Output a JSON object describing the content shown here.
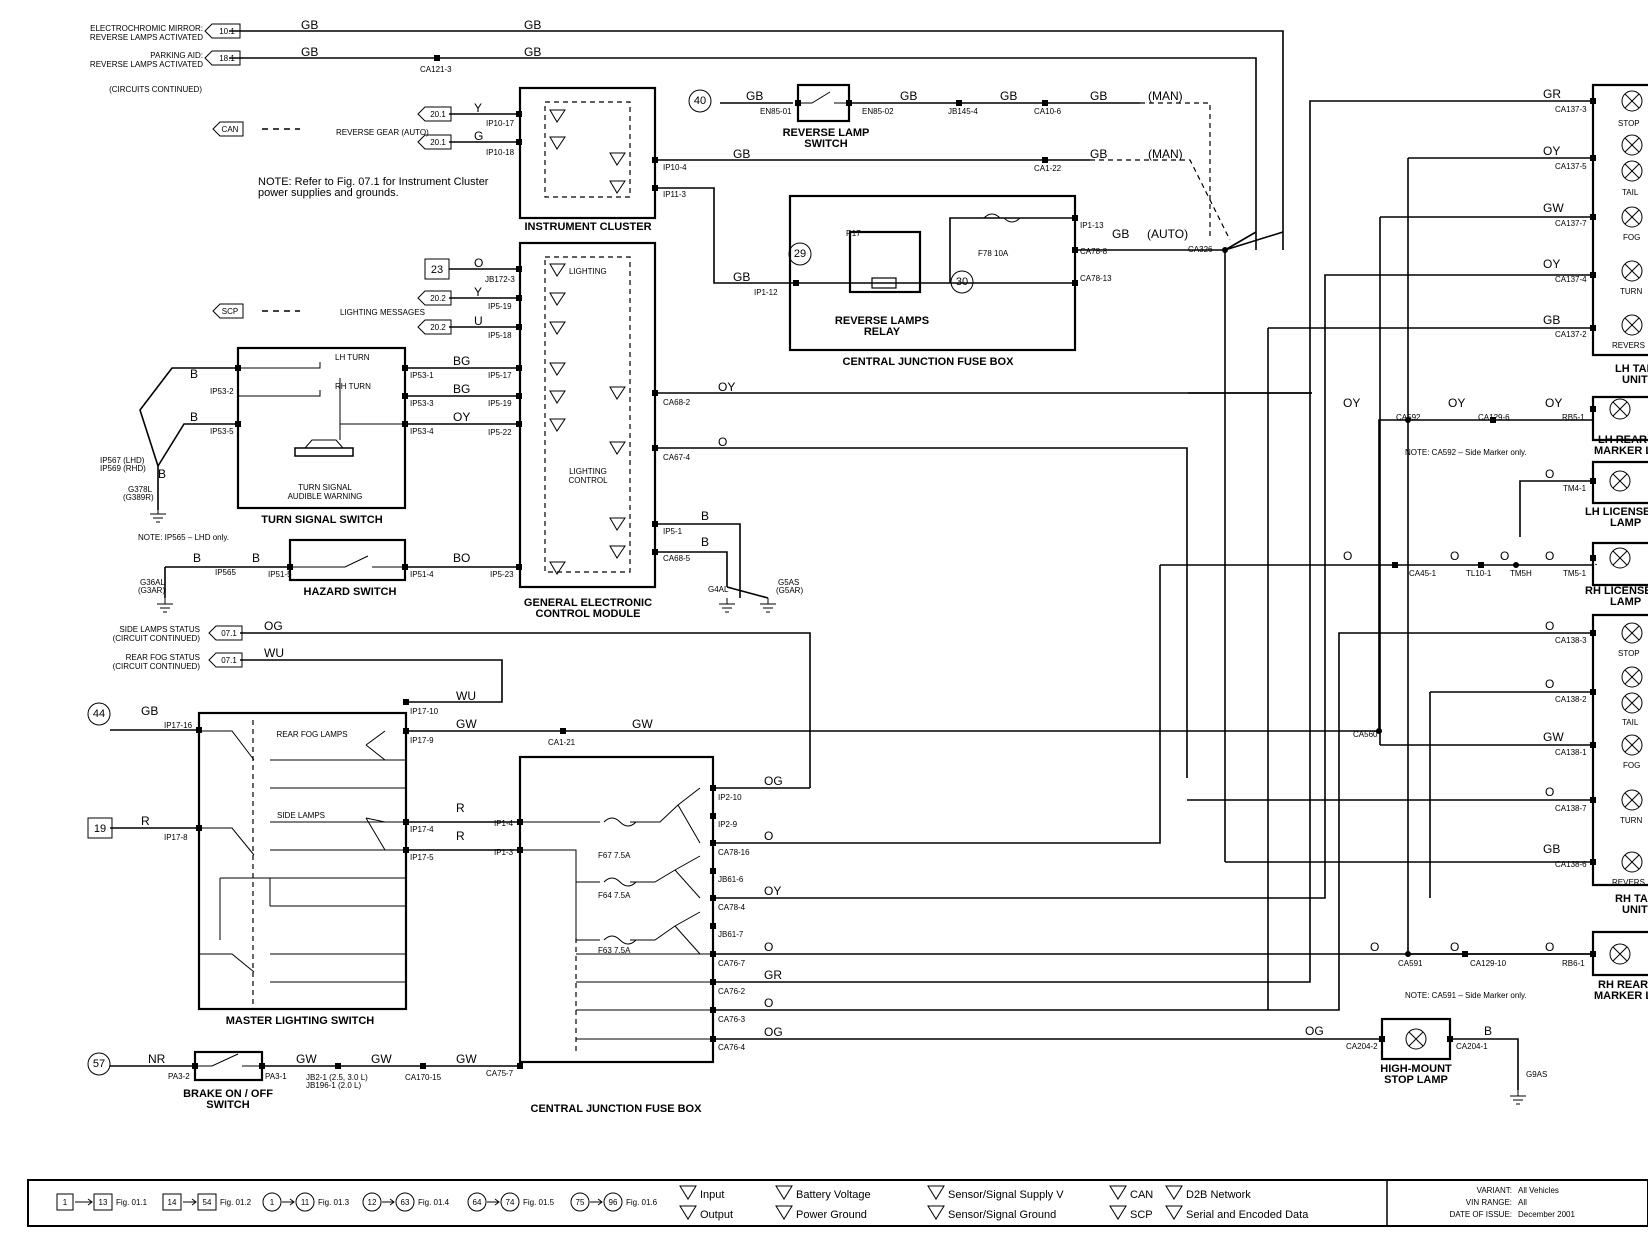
{
  "status_inputs": [
    {
      "text": "ELECTROCHROMIC MIRROR:\nREVERSE LAMPS ACTIVATED",
      "ref": "10.1"
    },
    {
      "text": "PARKING AID:\nREVERSE LAMPS ACTIVATED",
      "ref": "18.1"
    },
    {
      "text": "SIDE LAMPS STATUS\n(CIRCUIT CONTINUED)",
      "ref": "07.1"
    },
    {
      "text": "REAR FOG STATUS\n(CIRCUIT CONTINUED)",
      "ref": "07.1"
    }
  ],
  "notes": {
    "circuits_continued": "(CIRCUITS CONTINUED)",
    "reverse_gear_auto": "REVERSE GEAR (AUTO)",
    "lighting_messages": "LIGHTING MESSAGES",
    "cluster_note": "NOTE: Refer to Fig. 07.1 for Instrument Cluster\npower supplies and grounds.",
    "ip565_note": "NOTE: IP565 – LHD only.",
    "ca592_note": "NOTE: CA592 – Side Marker only.",
    "ca591_note": "NOTE: CA591 – Side Marker only."
  },
  "components": {
    "instrument_cluster": "INSTRUMENT CLUSTER",
    "gecm": "GENERAL ELECTRONIC\nCONTROL MODULE",
    "lighting_control": "LIGHTING\nCONTROL",
    "lighting": "LIGHTING",
    "turn_signal_switch": "TURN SIGNAL SWITCH",
    "lh_turn": "LH TURN",
    "rh_turn": "RH TURN",
    "turn_signal_audible": "TURN SIGNAL\nAUDIBLE WARNING",
    "hazard_switch": "HAZARD SWITCH",
    "master_lighting_switch": "MASTER LIGHTING SWITCH",
    "rear_fog_lamps": "REAR FOG LAMPS",
    "side_lamps": "SIDE LAMPS",
    "reverse_lamp_switch": "REVERSE LAMP\nSWITCH",
    "reverse_lamps_relay": "REVERSE LAMPS\nRELAY",
    "relay_id": "R17",
    "cjb_top": "CENTRAL JUNCTION FUSE BOX",
    "cjb_bottom": "CENTRAL JUNCTION FUSE BOX",
    "brake_switch": "BRAKE ON / OFF\nSWITCH",
    "high_mount_stop": "HIGH-MOUNT\nSTOP LAMP",
    "lh_tail_unit": "LH TAIL L\nUNIT",
    "rh_tail_unit": "RH TAIL L\nUNIT",
    "lh_rear_side_marker": "LH REAR S\nMARKER L",
    "rh_rear_side_marker": "RH REAR S\nMARKER L",
    "lh_license_lamp": "LH LICENSE L\nLAMP",
    "rh_license_lamp": "RH LICENSE L\nLAMP"
  },
  "fuses": {
    "f78": "F78 10A",
    "f67": "F67 7.5A",
    "f64": "F64 7.5A",
    "f63": "F63 7.5A"
  },
  "lamp_labels_lh": [
    "STOP",
    "TAIL",
    "FOG",
    "TURN",
    "REVERS"
  ],
  "lamp_labels_rh": [
    "STOP",
    "TAIL",
    "FOG",
    "TURN",
    "REVERS"
  ],
  "wire_labels": {
    "gb": "GB",
    "y": "Y",
    "g": "G",
    "o": "O",
    "u": "U",
    "b": "B",
    "bg": "BG",
    "oy": "OY",
    "bo": "BO",
    "og": "OG",
    "wu": "WU",
    "gw": "GW",
    "r": "R",
    "gr": "GR",
    "nr": "NR",
    "man": "(MAN)",
    "auto": "(AUTO)"
  },
  "connectors": {
    "ca121_3": "CA121-3",
    "ip10_17": "IP10-17",
    "ip10_18": "IP10-18",
    "ip10_4": "IP10-4",
    "ip11_3": "IP11-3",
    "en85_01": "EN85-01",
    "en85_02": "EN85-02",
    "jb145_4": "JB145-4",
    "ca10_6": "CA10-6",
    "ca1_22": "CA1-22",
    "ca326": "CA326",
    "ip1_12": "IP1-12",
    "ip1_13": "IP1-13",
    "ca78_8": "CA78-8",
    "ca78_13": "CA78-13",
    "jb172_3": "JB172-3",
    "ip5_19": "IP5-19",
    "ip5_18": "IP5-18",
    "ip5_17": "IP5-17",
    "ip5_22": "IP5-22",
    "ip53_2": "IP53-2",
    "ip53_5": "IP53-5",
    "ip53_1": "IP53-1",
    "ip53_3": "IP53-3",
    "ip53_4": "IP53-4",
    "ca68_2": "CA68-2",
    "ca67_4": "CA67-4",
    "ip5_1": "IP5-1",
    "ca68_5": "CA68-5",
    "ip5_23": "IP5-23",
    "ip51_5": "IP51-5",
    "ip51_4": "IP51-4",
    "ip565": "IP565",
    "ip567": "IP567 (LHD)\nIP569 (RHD)",
    "g378l": "G378L\n(G389R)",
    "g4al": "G4AL",
    "g5as": "G5AS\n(G5AR)",
    "g36al": "G36AL\n(G3AR)",
    "ip17_16": "IP17-16",
    "ip17_10": "IP17-10",
    "ip17_9": "IP17-9",
    "ip17_4": "IP17-4",
    "ip17_8": "IP17-8",
    "ip17_5": "IP17-5",
    "ca1_21": "CA1-21",
    "ip1_4": "IP1-4",
    "ip1_3": "IP1-3",
    "ip2_10": "IP2-10",
    "ip2_9": "IP2-9",
    "ca78_16": "CA78-16",
    "jb61_6": "JB61-6",
    "ca78_4": "CA78-4",
    "jb61_7": "JB61-7",
    "ca76_7": "CA76-7",
    "ca76_2": "CA76-2",
    "ca76_3": "CA76-3",
    "ca76_4": "CA76-4",
    "ca75_7": "CA75-7",
    "pa3_2": "PA3-2",
    "pa3_1": "PA3-1",
    "jb2_1": "JB2-1 (2.5, 3.0 L)\nJB196-1 (2.0 L)",
    "ca170_15": "CA170-15",
    "ca137_3": "CA137-3",
    "ca137_5": "CA137-5",
    "ca137_7": "CA137-7",
    "ca137_4": "CA137-4",
    "ca137_2": "CA137-2",
    "ca592": "CA592",
    "ca129_6": "CA129-6",
    "rb5_1": "RB5-1",
    "tm4_1": "TM4-1",
    "ca45_1": "CA45-1",
    "tl10_1": "TL10-1",
    "tm5_ip": "TM5H",
    "tm5_1": "TM5-1",
    "ca138_3": "CA138-3",
    "ca138_2": "CA138-2",
    "ca138_1": "CA138-1",
    "ca138_7": "CA138-7",
    "ca138_6": "CA138-6",
    "ca560": "CA560",
    "ca591": "CA591",
    "ca129_10": "CA129-10",
    "rb6_1": "RB6-1",
    "ca204_2": "CA204-2",
    "ca204_1": "CA204-1",
    "g9as": "G9AS"
  },
  "refs": {
    "can": "CAN",
    "scp": "SCP",
    "r20_1a": "20.1",
    "r20_1b": "20.1",
    "r20_2a": "20.2",
    "r20_2b": "20.2",
    "b23": "23",
    "b19": "19",
    "c40": "40",
    "c29": "29",
    "c30": "30",
    "c44": "44",
    "c57": "57"
  },
  "legend": {
    "range1": [
      "1",
      "13",
      "Fig. 01.1"
    ],
    "range2": [
      "14",
      "54",
      "Fig. 01.2"
    ],
    "range3": [
      "1",
      "11",
      "Fig. 01.3"
    ],
    "range4": [
      "12",
      "63",
      "Fig. 01.4"
    ],
    "range5": [
      "64",
      "74",
      "Fig. 01.5"
    ],
    "range6": [
      "75",
      "96",
      "Fig. 01.6"
    ],
    "input": "Input",
    "output": "Output",
    "battery_voltage": "Battery Voltage",
    "power_ground": "Power Ground",
    "sensor_supply": "Sensor/Signal Supply V",
    "sensor_ground": "Sensor/Signal Ground",
    "can": "CAN",
    "scp": "SCP",
    "d2b": "D2B Network",
    "serial": "Serial and Encoded Data",
    "variant_label": "VARIANT:",
    "variant_value": "All Vehicles",
    "vin_label": "VIN RANGE:",
    "vin_value": "All",
    "date_label": "DATE OF ISSUE:",
    "date_value": "December 2001"
  }
}
